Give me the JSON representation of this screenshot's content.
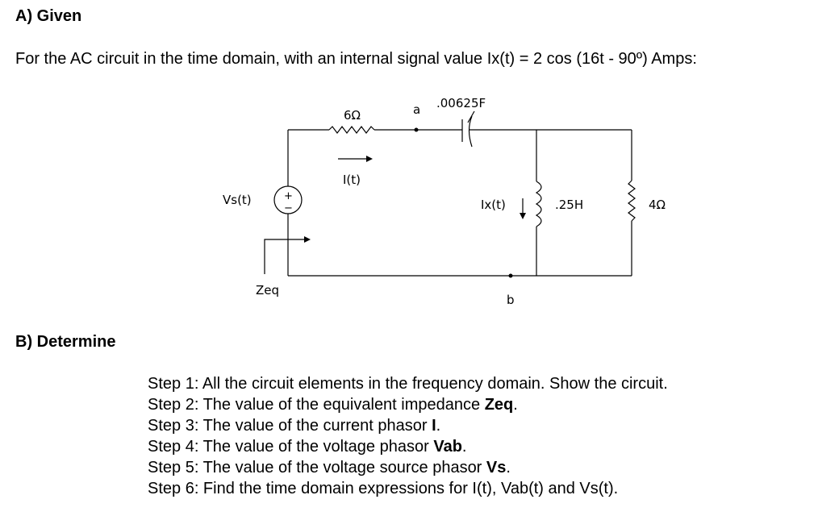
{
  "section_a": {
    "heading": "A) Given",
    "intro": "For the AC circuit in the time domain, with an internal signal value Ix(t) = 2 cos (16t - 90º) Amps:"
  },
  "circuit": {
    "labels": {
      "resistor_6": "6Ω",
      "node_a": "a",
      "capacitor": ".00625F",
      "current_it": "I(t)",
      "source": "Vs(t)",
      "source_plus": "+",
      "source_minus": "−",
      "current_ix": "Ix(t)",
      "inductor": ".25H",
      "resistor_4": "4Ω",
      "zeq": "Zeq",
      "node_b": "b"
    }
  },
  "section_b": {
    "heading": "B) Determine",
    "steps": [
      {
        "pre": "Step 1: All the circuit elements in the frequency domain. Show the circuit.",
        "bold": "",
        "post": ""
      },
      {
        "pre": "Step 2: The value of the equivalent impedance ",
        "bold": "Zeq",
        "post": "."
      },
      {
        "pre": "Step 3: The value of the current phasor ",
        "bold": "I",
        "post": "."
      },
      {
        "pre": "Step 4: The value of the voltage phasor ",
        "bold": "Vab",
        "post": "."
      },
      {
        "pre": "Step 5: The value of the voltage source phasor ",
        "bold": "Vs",
        "post": "."
      },
      {
        "pre": "Step 6: Find the time domain expressions for I(t), Vab(t) and Vs(t).",
        "bold": "",
        "post": ""
      }
    ]
  }
}
